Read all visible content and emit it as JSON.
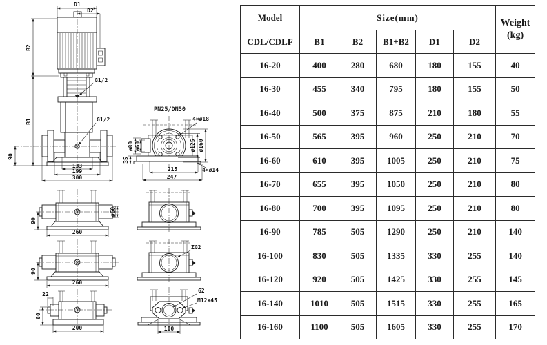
{
  "drawing": {
    "front_view": {
      "d1": "D1",
      "d2": "D2",
      "b2": "B2",
      "b1": "B1",
      "g_top": "G1/2",
      "g_mid": "G1/2",
      "h90": "90",
      "w133": "133",
      "w199": "199",
      "w300": "300"
    },
    "flange_view": {
      "title": "PN25/DN50",
      "bolt_top": "4×ø18",
      "bolt_bottom": "4×ø14",
      "d80": "ø80",
      "d60": "ø60",
      "d125": "ø125",
      "d160": "ø160",
      "h35": "35",
      "w215": "215",
      "w247": "247"
    },
    "side_a": {
      "h90": "90",
      "w260": "260",
      "d60": "ø60"
    },
    "side_b": {
      "h90": "90",
      "w260": "260"
    },
    "side_c": {
      "t22": "22",
      "h80": "80",
      "w200": "200"
    },
    "end_e": {
      "thread": "ZG2"
    },
    "end_f": {
      "thread": "G2",
      "bolt": "M12×45",
      "w100": "100"
    }
  },
  "table": {
    "header": {
      "model": "Model",
      "size": "Size(mm)",
      "weight_line1": "Weight",
      "weight_line2": "(kg)",
      "model_sub": "CDL/CDLF",
      "size_cols": [
        "B1",
        "B2",
        "B1+B2",
        "D1",
        "D2"
      ]
    },
    "rows": [
      {
        "model": "16-20",
        "b1": "400",
        "b2": "280",
        "b1b2": "680",
        "d1": "180",
        "d2": "155",
        "w": "40"
      },
      {
        "model": "16-30",
        "b1": "455",
        "b2": "340",
        "b1b2": "795",
        "d1": "180",
        "d2": "155",
        "w": "50"
      },
      {
        "model": "16-40",
        "b1": "500",
        "b2": "375",
        "b1b2": "875",
        "d1": "210",
        "d2": "180",
        "w": "55"
      },
      {
        "model": "16-50",
        "b1": "565",
        "b2": "395",
        "b1b2": "960",
        "d1": "250",
        "d2": "210",
        "w": "70"
      },
      {
        "model": "16-60",
        "b1": "610",
        "b2": "395",
        "b1b2": "1005",
        "d1": "250",
        "d2": "210",
        "w": "75"
      },
      {
        "model": "16-70",
        "b1": "655",
        "b2": "395",
        "b1b2": "1050",
        "d1": "250",
        "d2": "210",
        "w": "80"
      },
      {
        "model": "16-80",
        "b1": "700",
        "b2": "395",
        "b1b2": "1095",
        "d1": "250",
        "d2": "210",
        "w": "80"
      },
      {
        "model": "16-90",
        "b1": "785",
        "b2": "505",
        "b1b2": "1290",
        "d1": "250",
        "d2": "210",
        "w": "140"
      },
      {
        "model": "16-100",
        "b1": "830",
        "b2": "505",
        "b1b2": "1335",
        "d1": "330",
        "d2": "255",
        "w": "140"
      },
      {
        "model": "16-120",
        "b1": "920",
        "b2": "505",
        "b1b2": "1425",
        "d1": "330",
        "d2": "255",
        "w": "145"
      },
      {
        "model": "16-140",
        "b1": "1010",
        "b2": "505",
        "b1b2": "1515",
        "d1": "330",
        "d2": "255",
        "w": "165"
      },
      {
        "model": "16-160",
        "b1": "1100",
        "b2": "505",
        "b1b2": "1605",
        "d1": "330",
        "d2": "255",
        "w": "170"
      }
    ]
  }
}
